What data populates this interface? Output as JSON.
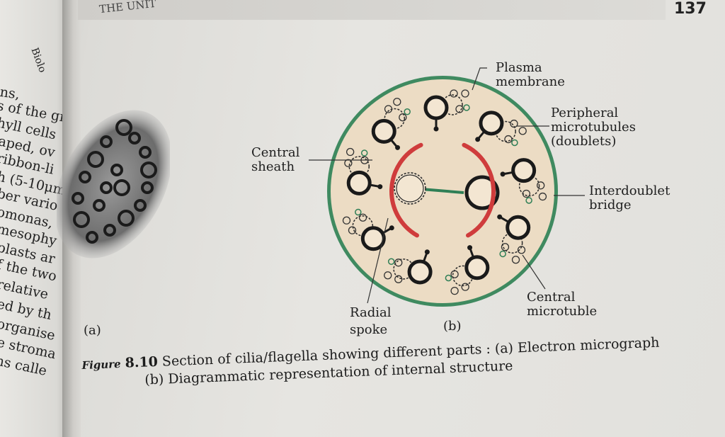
{
  "page": {
    "number": "137",
    "header": "THE UNIT",
    "left_page_fragments": [
      "ins,",
      "s of the gr",
      "hyll cells",
      "aped, ov",
      "ribbon-li",
      "h (5-10μm",
      "ber vario",
      "omonas,",
      "mesophy",
      "plasts ar",
      "f the two",
      "relative",
      "ed by th",
      "organise",
      "e stroma",
      "ns calle",
      "Biolo"
    ]
  },
  "figure": {
    "panel_a": "(a)",
    "panel_b": "(b)",
    "labels": {
      "plasma_membrane": [
        "Plasma",
        "membrane"
      ],
      "peripheral_microtubules": [
        "Peripheral",
        "microtubules",
        "(doublets)"
      ],
      "interdoublet_bridge": [
        "Interdoublet",
        "bridge"
      ],
      "central_sheath": [
        "Central",
        "sheath"
      ],
      "central_microtubule": [
        "Central",
        "microtuble"
      ],
      "radial_spoke": [
        "Radial",
        "spoke"
      ]
    },
    "caption": {
      "prefix": "Figure",
      "number": "8.10",
      "line1": "Section of cilia/flagella showing different parts : (a) Electron micrograph",
      "line2": "(b) Diagrammatic representation of internal structure"
    },
    "colors": {
      "membrane": "#3f8a60",
      "matrix": "#ecdcc4",
      "sheath": "#cf3c3c",
      "microtubule": "#1a1a1a",
      "bridge": "#2f7f56"
    },
    "structure": {
      "doublet_count": 9,
      "central_microtubule_count": 2
    }
  }
}
